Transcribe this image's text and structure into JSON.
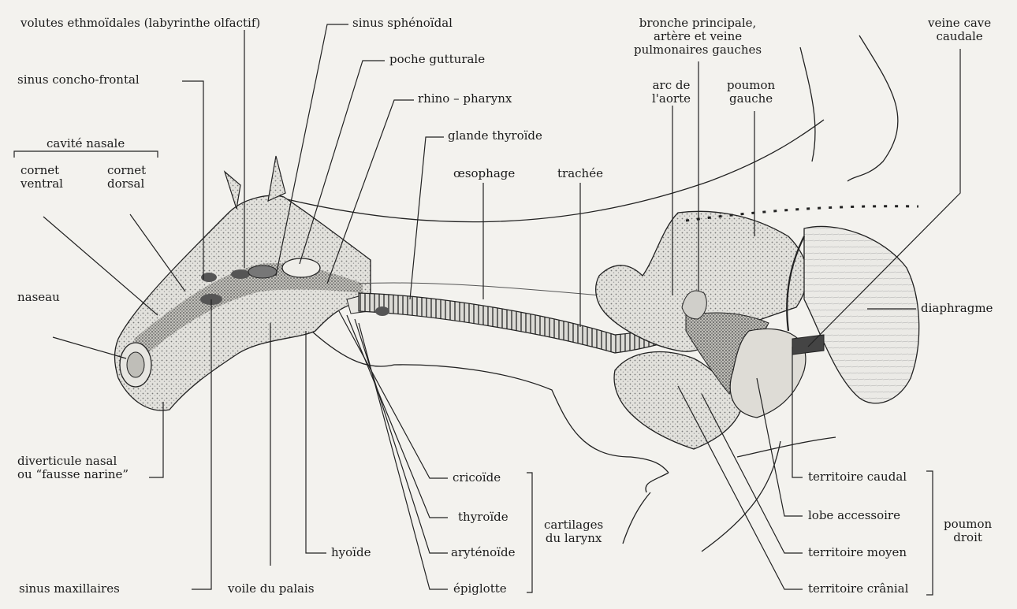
{
  "colors": {
    "paper": "#f3f2ee",
    "ink": "#1b1b1b",
    "stipple": "#6d6d6d",
    "tissue": "#d9d9d5"
  },
  "labels": {
    "volutes": "volutes ethmoïdales (labyrinthe olfactif)",
    "sinus_sphenoidal": "sinus sphénoïdal",
    "poche_gutturale": "poche gutturale",
    "sinus_concho_frontal": "sinus concho-frontal",
    "rhino_pharynx": "rhino – pharynx",
    "glande_thyroide": "glande thyroïde",
    "cavite_nasale": "cavité nasale",
    "cornet_ventral": "cornet\nventral",
    "cornet_dorsal": "cornet\ndorsal",
    "oesophage": "œsophage",
    "trachee": "trachée",
    "bronche": "bronche principale,\nartère et veine\npulmonaires gauches",
    "arc_aorte": "arc de\nl'aorte",
    "poumon_gauche": "poumon\ngauche",
    "veine_cave": "veine cave\ncaudale",
    "diaphragme": "diaphragme",
    "naseau": "naseau",
    "diverticule": "diverticule nasal\nou “fausse narine”",
    "sinus_maxillaires": "sinus maxillaires",
    "voile_palais": "voile du palais",
    "hyoide": "hyoïde",
    "cricoide": "cricoïde",
    "thyroide": "thyroïde",
    "arytenoide": "aryténoïde",
    "epiglotte": "épiglotte",
    "cartilages": "cartilages\ndu larynx",
    "territoire_caudal": "territoire caudal",
    "lobe_accessoire": "lobe accessoire",
    "territoire_moyen": "territoire moyen",
    "territoire_cranial": "territoire crânial",
    "poumon_droit": "poumon\ndroit"
  }
}
